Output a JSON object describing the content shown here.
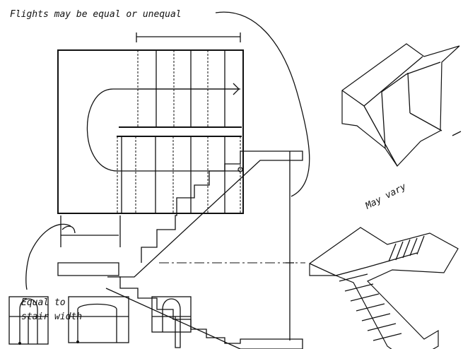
{
  "labels": {
    "flights": "Flights may be equal or unequal",
    "may_vary": "May vary",
    "equal_to_line1": "Equal to",
    "equal_to_line2": "stair width"
  }
}
